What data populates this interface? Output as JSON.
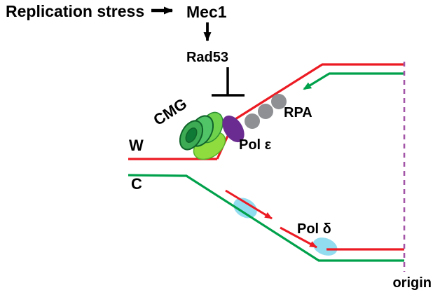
{
  "labels": {
    "replication_stress": "Replication stress",
    "mec1": "Mec1",
    "rad53": "Rad53",
    "cmg": "CMG",
    "pol_epsilon": "Pol ε",
    "rpa": "RPA",
    "watson_strand": "W",
    "crick_strand": "C",
    "pol_delta": "Pol δ",
    "origin": "origin"
  },
  "colors": {
    "watson_red": "#ec1b23",
    "crick_green": "#00a14b",
    "inhibition_black": "#000000",
    "origin_dashed_purple": "#a356a8",
    "rpa_gray": "#8f9093",
    "pol_delta_cyan": "#92dcf0",
    "pol_epsilon_purple": "#6a2c90",
    "cmg_green": "#46b45c",
    "cmg_green_light": "#8fdc3f"
  }
}
